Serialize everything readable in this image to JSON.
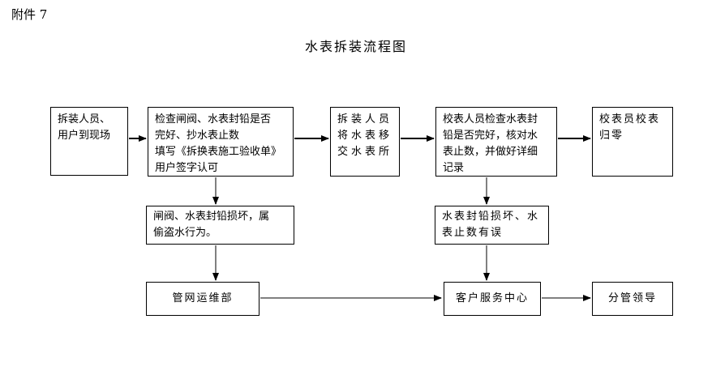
{
  "page": {
    "attachment_label": "附件 7",
    "title": "水表拆装流程图"
  },
  "flowchart": {
    "nodes": {
      "arrive": {
        "label": "拆装人员、\n用户到现场"
      },
      "inspect": {
        "label": "检查闸阀、水表封铅是否\n完好、抄水表止数\n填写《拆换表施工验收单》\n用户签字认可"
      },
      "transfer": {
        "label": "拆装人员\n将水表移\n交水表所"
      },
      "verify": {
        "label": "校表人员检查水表封\n铅是否完好，核对水\n表止数，并做好详细\n记录"
      },
      "reset": {
        "label": "校表员校表\n归零"
      },
      "damage_theft": {
        "label": "闸阀、水表封铅损坏，属\n偷盗水行为。"
      },
      "damage_error": {
        "label": "水表封铅损坏、水\n表止数有误"
      },
      "pipeline_dept": {
        "label": "管网运维部"
      },
      "service_center": {
        "label": "客户服务中心"
      },
      "leader": {
        "label": "分管领导"
      }
    },
    "edges": [
      {
        "from": "arrive",
        "to": "inspect"
      },
      {
        "from": "inspect",
        "to": "transfer"
      },
      {
        "from": "transfer",
        "to": "verify"
      },
      {
        "from": "verify",
        "to": "reset"
      },
      {
        "from": "inspect",
        "to": "damage_theft"
      },
      {
        "from": "verify",
        "to": "damage_error"
      },
      {
        "from": "damage_theft",
        "to": "pipeline_dept"
      },
      {
        "from": "damage_error",
        "to": "service_center"
      },
      {
        "from": "pipeline_dept",
        "to": "service_center"
      },
      {
        "from": "service_center",
        "to": "leader"
      }
    ]
  },
  "colors": {
    "background": "#ffffff",
    "text": "#000000",
    "box_border": "#000000",
    "connector_primary": "#000000",
    "connector_secondary": "#808080",
    "arrowhead": "#000000"
  }
}
